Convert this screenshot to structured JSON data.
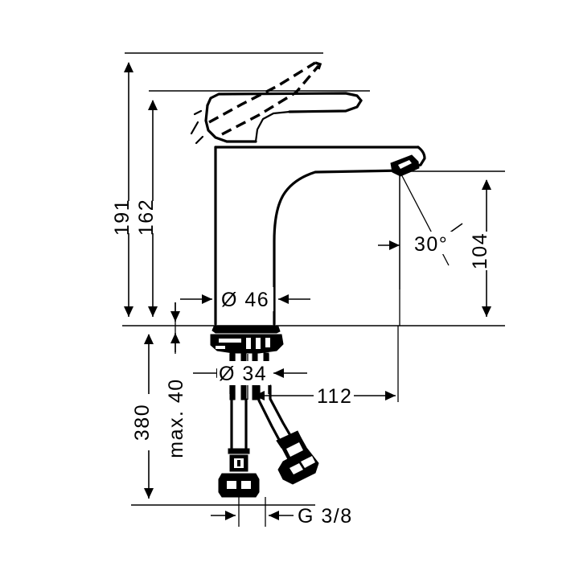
{
  "drawing": {
    "title": "Single lever basin mixer technical dimension drawing",
    "product": "single-lever-basin-mixer",
    "units": "mm",
    "line_color": "#000000",
    "background_color": "#ffffff"
  },
  "dimensions": {
    "overall_height_open": "191",
    "height_to_lever_top": "162",
    "spout_outlet_height": "104",
    "escutcheon_diameter": "Ø 46",
    "shank_diameter": "Ø 34",
    "spout_reach": "112",
    "hose_length": "380",
    "max_deck_thickness": "max. 40",
    "swivel_angle": "30°",
    "connection_thread": "G 3/8"
  },
  "annotations": [
    {
      "id": "dim-191",
      "value": "191",
      "orientation": "vertical",
      "type": "linear"
    },
    {
      "id": "dim-162",
      "value": "162",
      "orientation": "vertical",
      "type": "linear"
    },
    {
      "id": "dim-104",
      "value": "104",
      "orientation": "vertical",
      "type": "linear"
    },
    {
      "id": "dim-380",
      "value": "380",
      "orientation": "vertical",
      "type": "linear"
    },
    {
      "id": "dim-max40",
      "value": "max. 40",
      "orientation": "vertical",
      "type": "linear"
    },
    {
      "id": "dim-d46",
      "value": "Ø 46",
      "orientation": "horizontal",
      "type": "diameter"
    },
    {
      "id": "dim-d34",
      "value": "Ø 34",
      "orientation": "horizontal",
      "type": "diameter"
    },
    {
      "id": "dim-112",
      "value": "112",
      "orientation": "horizontal",
      "type": "linear"
    },
    {
      "id": "dim-angle",
      "value": "30°",
      "orientation": "angular",
      "type": "angle"
    },
    {
      "id": "dim-thread",
      "value": "G 3/8",
      "orientation": "horizontal",
      "type": "thread"
    }
  ],
  "parts": [
    {
      "id": "lever-handle",
      "name": "lever-handle"
    },
    {
      "id": "lever-handle-open",
      "name": "lever-handle-open-position"
    },
    {
      "id": "mixer-body",
      "name": "mixer-body"
    },
    {
      "id": "spout",
      "name": "spout"
    },
    {
      "id": "aerator",
      "name": "aerator-outlet"
    },
    {
      "id": "escutcheon",
      "name": "escutcheon-base"
    },
    {
      "id": "threaded-shank",
      "name": "threaded-shank"
    },
    {
      "id": "flex-hose-left",
      "name": "flexible-hose-left"
    },
    {
      "id": "flex-hose-right",
      "name": "flexible-hose-right"
    },
    {
      "id": "hose-connector-left",
      "name": "hose-connector-left"
    },
    {
      "id": "hose-connector-right",
      "name": "hose-connector-right"
    }
  ]
}
